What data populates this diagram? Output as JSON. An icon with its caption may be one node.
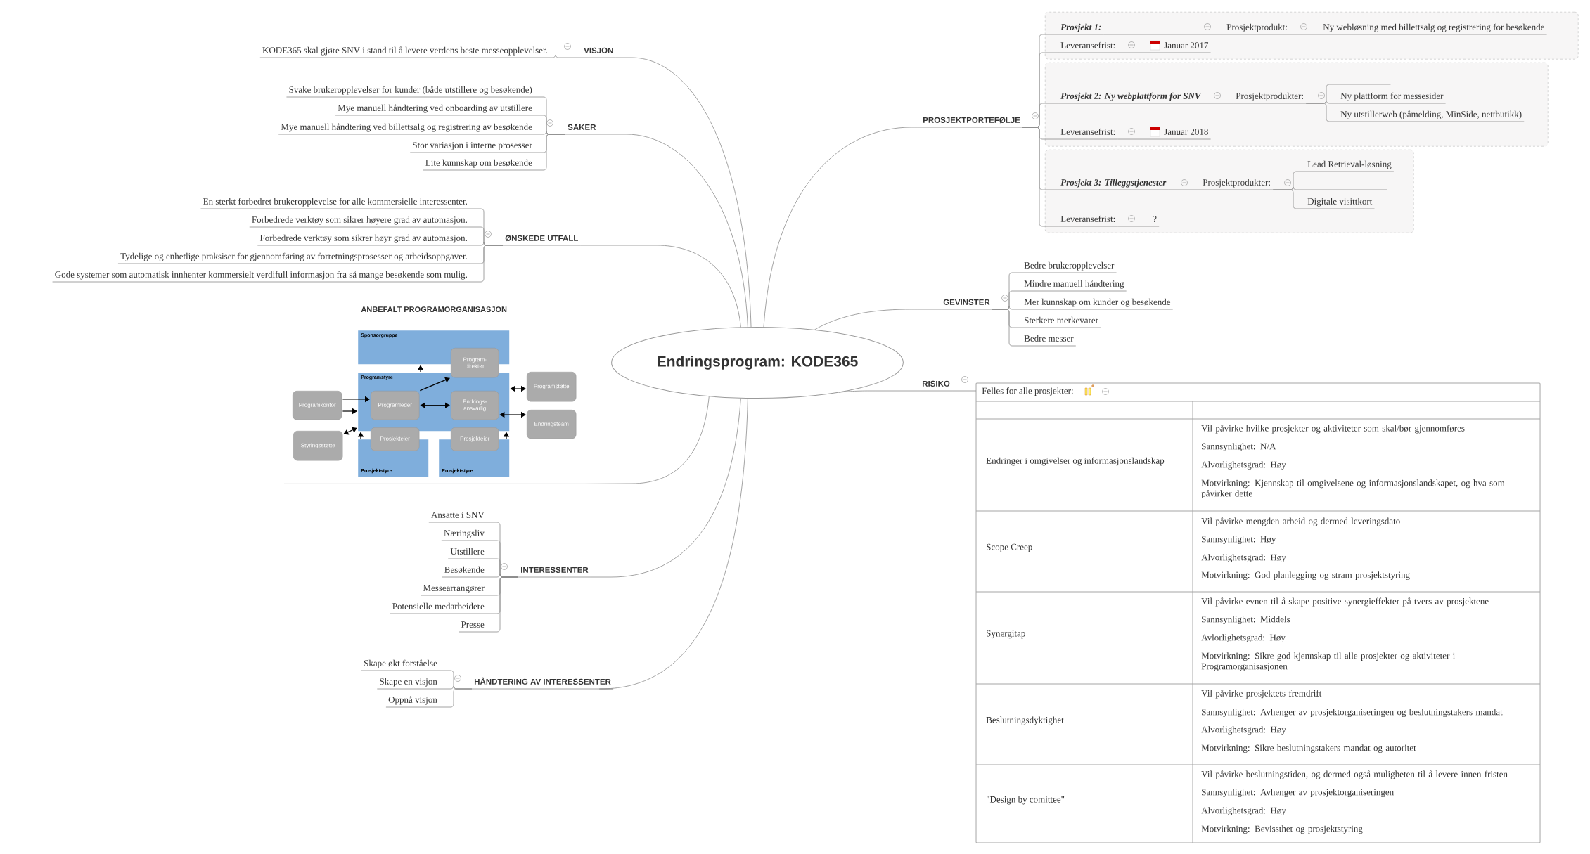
{
  "diagram": {
    "nodes": [
      {
        "text": [
          "Endringsprogram: KODE365"
        ]
      },
      {
        "text": [
          "VISJON"
        ]
      },
      {
        "text": [
          "KODE365 skal gjøre SNV i stand til å levere verdens beste messeopplevelser."
        ]
      },
      {
        "text": [
          "SAKER"
        ]
      },
      {
        "text": [
          "Svake brukeropplevelser for kunder (både utstillere og besøkende)"
        ]
      },
      {
        "text": [
          "Mye manuell håndtering ved onboarding av utstillere"
        ]
      },
      {
        "text": [
          "Mye manuell håndtering ved billettsalg og registrering av besøkende"
        ]
      },
      {
        "text": [
          "Stor variasjon i interne prosesser"
        ]
      },
      {
        "text": [
          "Lite kunnskap om besøkende"
        ]
      },
      {
        "text": [
          "ØNSKEDE UTFALL"
        ]
      },
      {
        "text": [
          "En sterkt forbedret brukeropplevelse for alle kommersielle interessenter."
        ]
      },
      {
        "text": [
          "Forbedrede verktøy som sikrer høyere grad av automasjon."
        ]
      },
      {
        "text": [
          "Forbedrede verktøy som sikrer høyr grad av automasjon."
        ]
      },
      {
        "text": [
          "Tydelige og enhetlige praksiser for gjennomføring av forretningsprosesser og arbeidsoppgaver."
        ]
      },
      {
        "text": [
          "Gode systemer som automatisk innhenter kommersielt verdifull informasjon fra så mange besøkende som mulig."
        ]
      },
      {
        "text": [
          "ANBEFALT PROGRAMORGANISASJON"
        ]
      },
      {
        "text": [
          "Sponsorgruppe"
        ],
        "in": 15
      },
      {
        "text": [
          "Program- direktør"
        ],
        "in": 15
      },
      {
        "text": [
          "Programstyre"
        ],
        "in": 15
      },
      {
        "text": [
          "Programkontor"
        ],
        "in": 15
      },
      {
        "text": [
          "Programleder"
        ],
        "in": 18
      },
      {
        "text": [
          "Endrings- ansvarlig"
        ],
        "in": 18
      },
      {
        "text": [
          "Programstøtte"
        ],
        "in": 15
      },
      {
        "text": [
          "Endringsteam"
        ],
        "in": 15
      },
      {
        "text": [
          "Styringsstøtte"
        ],
        "in": 15
      },
      {
        "text": [
          "Prosjekteier"
        ],
        "in": 15
      },
      {
        "text": [
          "Prosjekteier"
        ],
        "in": 15
      },
      {
        "text": [
          "Prosjektstyre"
        ],
        "in": 15
      },
      {
        "text": [
          "Prosjektstyre"
        ],
        "in": 15
      },
      {
        "text": [
          "INTERESSENTER"
        ]
      },
      {
        "text": [
          "Ansatte i SNV"
        ]
      },
      {
        "text": [
          "Næringsliv"
        ]
      },
      {
        "text": [
          "Utstillere"
        ]
      },
      {
        "text": [
          "Besøkende"
        ]
      },
      {
        "text": [
          "Messearrangører"
        ]
      },
      {
        "text": [
          "Potensielle medarbeidere"
        ]
      },
      {
        "text": [
          "Presse"
        ]
      },
      {
        "text": [
          "HÅNDTERING AV INTERESSENTER"
        ]
      },
      {
        "text": [
          "Skape økt forståelse"
        ]
      },
      {
        "text": [
          "Skape en visjon"
        ]
      },
      {
        "text": [
          "Oppnå visjon"
        ]
      },
      {
        "text": [
          "PROSJEKTPORTEFØLJE"
        ]
      },
      {
        "text": [],
        "shape": "box"
      },
      {
        "text": [
          "Prosjekt 1:"
        ],
        "in": 42
      },
      {
        "text": [
          "Prosjektprodukt:"
        ],
        "in": 42
      },
      {
        "text": [
          "Ny webløsning med billettsalg og registrering for besøkende"
        ],
        "in": 42
      },
      {
        "text": [
          "Leveransefrist:"
        ],
        "in": 42
      },
      {
        "text": [
          "Januar 2017"
        ],
        "in": 42
      },
      {
        "text": [],
        "shape": "box"
      },
      {
        "text": [
          "Prosjekt 2: Ny webplattform for SNV"
        ],
        "in": 48
      },
      {
        "text": [
          "Prosjektprodukter:"
        ],
        "in": 48
      },
      {
        "text": [],
        "shape": "line",
        "in": 48
      },
      {
        "text": [
          "Ny plattform for messesider"
        ],
        "in": 48
      },
      {
        "text": [
          "Ny utstillerweb (påmelding, MinSide, nettbutikk)"
        ],
        "in": 48
      },
      {
        "text": [
          "Leveransefrist:"
        ],
        "in": 48
      },
      {
        "text": [
          "Januar 2018"
        ],
        "in": 48
      },
      {
        "text": [],
        "shape": "box"
      },
      {
        "text": [
          "Prosjekt 3: Tilleggstjenester"
        ],
        "in": 56
      },
      {
        "text": [
          "Prosjektprodukter:"
        ],
        "in": 56
      },
      {
        "text": [
          "Lead Retrieval-løsning"
        ],
        "in": 56
      },
      {
        "text": [],
        "shape": "line",
        "in": 56
      },
      {
        "text": [
          "Digitale visittkort"
        ],
        "in": 56
      },
      {
        "text": [
          "Leveransefrist:"
        ],
        "in": 56
      },
      {
        "text": [
          "?"
        ],
        "in": 56
      },
      {
        "text": [
          "GEVINSTER"
        ]
      },
      {
        "text": [
          "Bedre brukeropplevelser"
        ]
      },
      {
        "text": [
          "Mindre manuell håndtering"
        ]
      },
      {
        "text": [
          "Mer kunnskap om kunder og besøkende"
        ]
      },
      {
        "text": [
          "Sterkere merkevarer"
        ]
      },
      {
        "text": [
          "Bedre messer"
        ]
      },
      {
        "text": [
          "RISIKO"
        ]
      },
      {
        "text": [
          "Felles for alle prosjekter:"
        ]
      }
    ],
    "edges": [
      {
        "from": 0,
        "to": 1,
        "arrow": "none"
      },
      {
        "from": 0,
        "to": 3,
        "arrow": "none"
      },
      {
        "from": 0,
        "to": 9,
        "arrow": "none"
      },
      {
        "from": 0,
        "to": 15,
        "arrow": "none"
      },
      {
        "from": 0,
        "to": 29,
        "arrow": "none"
      },
      {
        "from": 0,
        "to": 37,
        "arrow": "none"
      },
      {
        "from": 0,
        "to": 41,
        "arrow": "none"
      },
      {
        "from": 0,
        "to": 64,
        "arrow": "none"
      },
      {
        "from": 0,
        "to": 70,
        "arrow": "none"
      },
      {
        "from": 1,
        "to": 2,
        "arrow": "none"
      },
      {
        "from": 3,
        "to": 4,
        "arrow": "none"
      },
      {
        "from": 3,
        "to": 5,
        "arrow": "none"
      },
      {
        "from": 3,
        "to": 6,
        "arrow": "none"
      },
      {
        "from": 3,
        "to": 7,
        "arrow": "none"
      },
      {
        "from": 3,
        "to": 8,
        "arrow": "none"
      },
      {
        "from": 9,
        "to": 10,
        "arrow": "none"
      },
      {
        "from": 9,
        "to": 11,
        "arrow": "none"
      },
      {
        "from": 9,
        "to": 12,
        "arrow": "none"
      },
      {
        "from": 9,
        "to": 13,
        "arrow": "none"
      },
      {
        "from": 9,
        "to": 14,
        "arrow": "none"
      },
      {
        "from": 18,
        "to": 16,
        "arrow": "to",
        "color": "#000000"
      },
      {
        "from": 20,
        "to": 17,
        "arrow": "to",
        "color": "#000000"
      },
      {
        "from": 19,
        "to": 20,
        "arrow": "to",
        "color": "#000000"
      },
      {
        "from": 19,
        "to": 18,
        "arrow": "to",
        "color": "#000000"
      },
      {
        "from": 24,
        "to": 18,
        "arrow": "both",
        "color": "#000000"
      },
      {
        "from": 27,
        "to": 18,
        "arrow": "to",
        "color": "#000000"
      },
      {
        "from": 28,
        "to": 18,
        "arrow": "to",
        "color": "#000000"
      },
      {
        "from": 20,
        "to": 21,
        "arrow": "both",
        "color": "#000000"
      },
      {
        "from": 18,
        "to": 22,
        "arrow": "both",
        "color": "#000000"
      },
      {
        "from": 21,
        "to": 23,
        "arrow": "both",
        "color": "#000000"
      },
      {
        "from": 29,
        "to": 30,
        "arrow": "none"
      },
      {
        "from": 29,
        "to": 31,
        "arrow": "none"
      },
      {
        "from": 29,
        "to": 32,
        "arrow": "none"
      },
      {
        "from": 29,
        "to": 33,
        "arrow": "none"
      },
      {
        "from": 29,
        "to": 34,
        "arrow": "none"
      },
      {
        "from": 29,
        "to": 35,
        "arrow": "none"
      },
      {
        "from": 29,
        "to": 36,
        "arrow": "none"
      },
      {
        "from": 37,
        "to": 38,
        "arrow": "none"
      },
      {
        "from": 37,
        "to": 39,
        "arrow": "none"
      },
      {
        "from": 37,
        "to": 40,
        "arrow": "none"
      },
      {
        "from": 41,
        "to": 43,
        "arrow": "none"
      },
      {
        "from": 41,
        "to": 46,
        "arrow": "none"
      },
      {
        "from": 41,
        "to": 49,
        "arrow": "none"
      },
      {
        "from": 41,
        "to": 54,
        "arrow": "none"
      },
      {
        "from": 41,
        "to": 57,
        "arrow": "none"
      },
      {
        "from": 41,
        "to": 62,
        "arrow": "none"
      },
      {
        "from": 43,
        "to": 44,
        "arrow": "none"
      },
      {
        "from": 44,
        "to": 45,
        "arrow": "none"
      },
      {
        "from": 46,
        "to": 47,
        "arrow": "none"
      },
      {
        "from": 49,
        "to": 50,
        "arrow": "none"
      },
      {
        "from": 50,
        "to": 51,
        "arrow": "none"
      },
      {
        "from": 50,
        "to": 52,
        "arrow": "none"
      },
      {
        "from": 50,
        "to": 53,
        "arrow": "none"
      },
      {
        "from": 54,
        "to": 55,
        "arrow": "none"
      },
      {
        "from": 57,
        "to": 58,
        "arrow": "none"
      },
      {
        "from": 58,
        "to": 59,
        "arrow": "none"
      },
      {
        "from": 58,
        "to": 60,
        "arrow": "none"
      },
      {
        "from": 58,
        "to": 61,
        "arrow": "none"
      },
      {
        "from": 62,
        "to": 63,
        "arrow": "none"
      },
      {
        "from": 64,
        "to": 65,
        "arrow": "none"
      },
      {
        "from": 64,
        "to": 66,
        "arrow": "none"
      },
      {
        "from": 64,
        "to": 67,
        "arrow": "none"
      },
      {
        "from": 64,
        "to": 68,
        "arrow": "none"
      },
      {
        "from": 64,
        "to": 69,
        "arrow": "none"
      },
      {
        "from": 70,
        "to": 71,
        "arrow": "none"
      }
    ],
    "labels": [
      "Endringer i omgivelser og informasjonslandskap",
      "Vil påvirke hvilke prosjekter og aktiviteter som skal/bør gjennomføres",
      "Sannsynlighet: N/A",
      "Alvorlighetsgrad: Høy",
      "Motvirkning: Kjennskap til omgivelsene og informasjonslandskapet, og hva som påvirker dette",
      "Scope Creep",
      "Vil påvirke mengden arbeid og dermed leveringsdato",
      "Sannsynlighet: Høy",
      "Alvorlighetsgrad: Høy",
      "Motvirkning: God planlegging og stram prosjektstyring",
      "Synergitap",
      "Vil påvirke evnen til å skape positive synergieffekter på tvers av prosjektene",
      "Sannsynlighet: Middels",
      "Avlorlighetsgrad: Høy",
      "Motvirkning: Sikre god kjennskap til alle prosjekter og aktiviteter i Programorganisasjonen",
      "Beslutningsdyktighet",
      "Vil påvirke prosjektets fremdrift",
      "Sannsynlighet: Avhenger av prosjektorganiseringen og beslutningstakers mandat",
      "Alvorlighetsgrad: Høy",
      "Motvirkning: Sikre beslutningstakers mandat og autoritet",
      "\"Design by comittee\"",
      "Vil påvirke beslutningstiden, og dermed også muligheten til å levere innen fristen",
      "Sannsynlighet: Avhenger av prosjektorganiseringen",
      "Alvorlighetsgrad: Høy",
      "Motvirkning: Bevissthet og prosjektstyring"
    ]
  }
}
